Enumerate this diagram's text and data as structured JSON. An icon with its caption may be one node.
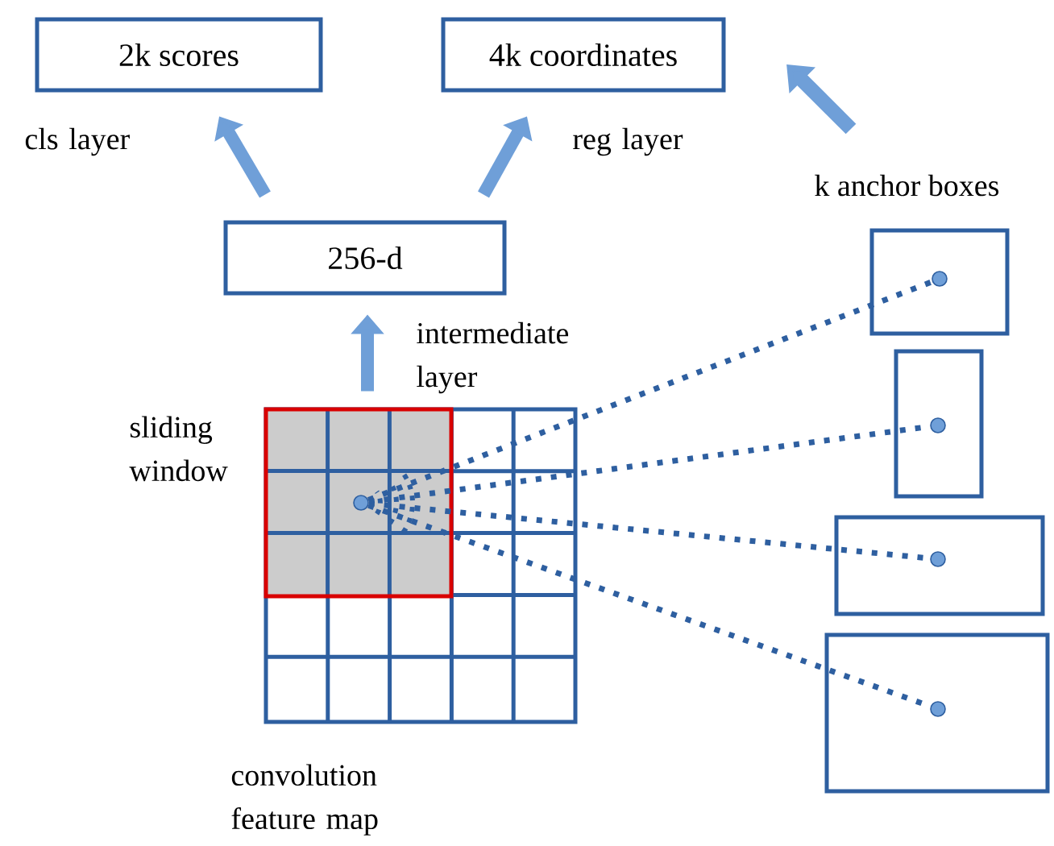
{
  "diagram": {
    "nodes": [
      {
        "text": [
          "2k scores"
        ]
      },
      {
        "text": [
          "4k coordinates"
        ]
      },
      {
        "text": [
          "256-d"
        ]
      },
      {
        "text": [
          "convolution feature map"
        ]
      },
      {
        "text": [
          "sliding window"
        ],
        "in": 3
      },
      {
        "text": [],
        "shape": "circle",
        "in": 4
      },
      {
        "text": [],
        "shape": "box"
      },
      {
        "text": [],
        "shape": "circle",
        "in": 6
      },
      {
        "text": [],
        "shape": "box"
      },
      {
        "text": [],
        "shape": "circle",
        "in": 8
      },
      {
        "text": [],
        "shape": "box"
      },
      {
        "text": [],
        "shape": "circle",
        "in": 10
      },
      {
        "text": [],
        "shape": "box"
      },
      {
        "text": [],
        "shape": "circle",
        "in": 12
      }
    ],
    "edges": [
      {
        "from": 2,
        "to": 0,
        "arrow": "to",
        "label": "cls layer",
        "style": "thick"
      },
      {
        "from": 2,
        "to": 1,
        "arrow": "to",
        "label": "reg layer",
        "style": "thick"
      },
      {
        "from": 4,
        "to": 2,
        "arrow": "to",
        "label": "intermediate layer",
        "style": "thick"
      },
      {
        "from": 5,
        "to": 7,
        "arrow": "none",
        "style": "dashed",
        "color": "#2e5fa0"
      },
      {
        "from": 5,
        "to": 9,
        "arrow": "none",
        "style": "dashed",
        "color": "#2e5fa0"
      },
      {
        "from": 5,
        "to": 11,
        "arrow": "none",
        "style": "dashed",
        "color": "#2e5fa0"
      },
      {
        "from": 5,
        "to": 13,
        "arrow": "none",
        "style": "dashed",
        "color": "#2e5fa0"
      }
    ],
    "labels": [
      "k anchor boxes"
    ]
  }
}
